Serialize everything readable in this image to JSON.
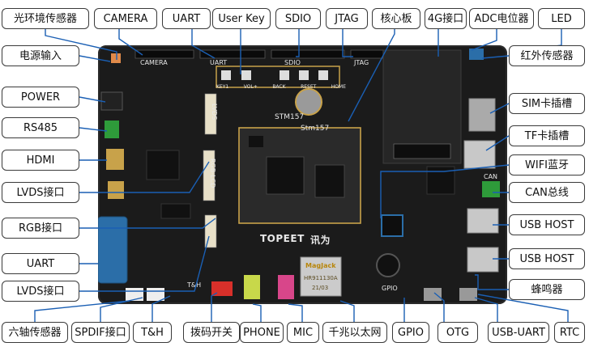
{
  "labels": {
    "light_sensor": "光环境传感器",
    "camera": "CAMERA",
    "uart_top": "UART",
    "user_key": "User Key",
    "sdio": "SDIO",
    "jtag": "JTAG",
    "core_board": "核心板",
    "port_4g": "4G接口",
    "adc_pot": "ADC电位器",
    "led": "LED",
    "power_input": "电源输入",
    "ir_sensor": "红外传感器",
    "power": "POWER",
    "sim_slot": "SIM卡插槽",
    "rs485": "RS485",
    "tf_slot": "TF卡插槽",
    "hdmi": "HDMI",
    "wifi_bt": "WIFI蓝牙",
    "lvds_1": "LVDS接口",
    "can_bus": "CAN总线",
    "usb_host_1": "USB HOST",
    "rgb": "RGB接口",
    "uart_left": "UART",
    "usb_host_2": "USB HOST",
    "lvds_2": "LVDS接口",
    "buzzer": "蜂鸣器",
    "six_axis": "六轴传感器",
    "spdif": "SPDIF接口",
    "th": "T&H",
    "dip_switch": "拨码开关",
    "phone": "PHONE",
    "mic": "MIC",
    "gigabit_eth": "千兆以太网",
    "gpio": "GPIO",
    "otg": "OTG",
    "usb_uart": "USB-UART",
    "rtc": "RTC"
  },
  "board": {
    "module_label": "Stm157",
    "module_label_2": "STM157",
    "brand": "TOPEET",
    "brand_cn": "讯为",
    "key_silk": [
      "KEY1",
      "VOL+",
      "BACK",
      "RESET",
      "HOME"
    ],
    "silk_camera": "CAMERA",
    "silk_uart": "UART",
    "silk_sdio": "SDIO",
    "silk_jtag": "JTAG",
    "silk_gpio": "GPIO",
    "silk_th": "T&H",
    "silk_can": "CAN",
    "silk_lvds": "LVDS",
    "silk_rgb": "RGB-LCD",
    "eth_chip_brand": "MagJack",
    "eth_chip_part": "HR911130A",
    "eth_chip_date": "21/03"
  },
  "colors": {
    "board": "#1b1b1b",
    "border": "#3a3a3a",
    "wire": "#1a5fb4",
    "gold": "#c8a24a",
    "core": "#2a2a2a",
    "green_term": "#2e9b3a",
    "blue_port": "#2b6ea8",
    "yellow_jack": "#c8d84a",
    "pink_jack": "#d8468a",
    "red_dip": "#d8302a"
  }
}
